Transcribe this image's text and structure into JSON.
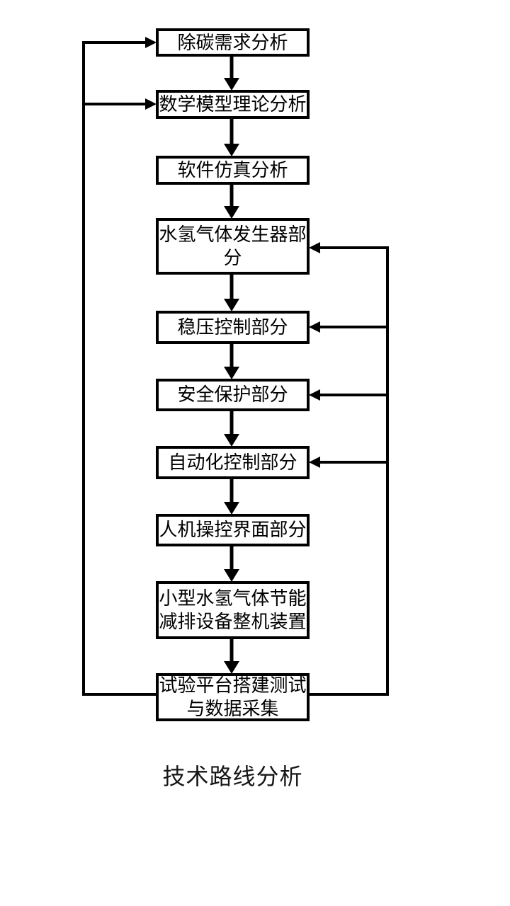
{
  "diagram": {
    "title": "技术路线分析",
    "nodes": [
      {
        "id": "n1",
        "label": "除碳需求分析"
      },
      {
        "id": "n2",
        "label": "数学模型理论分析"
      },
      {
        "id": "n3",
        "label": "软件仿真分析"
      },
      {
        "id": "n4",
        "label": "水氢气体发生器部分"
      },
      {
        "id": "n5",
        "label": "稳压控制部分"
      },
      {
        "id": "n6",
        "label": "安全保护部分"
      },
      {
        "id": "n7",
        "label": "自动化控制部分"
      },
      {
        "id": "n8",
        "label": "人机操控界面部分"
      },
      {
        "id": "n9",
        "label": "小型水氢气体节能减排设备整机装置"
      },
      {
        "id": "n10",
        "label": "试验平台搭建测试与数据采集"
      }
    ],
    "edges": [
      {
        "from": "n1",
        "to": "n2",
        "kind": "forward"
      },
      {
        "from": "n2",
        "to": "n3",
        "kind": "forward"
      },
      {
        "from": "n3",
        "to": "n4",
        "kind": "forward"
      },
      {
        "from": "n4",
        "to": "n5",
        "kind": "forward"
      },
      {
        "from": "n5",
        "to": "n6",
        "kind": "forward"
      },
      {
        "from": "n6",
        "to": "n7",
        "kind": "forward"
      },
      {
        "from": "n7",
        "to": "n8",
        "kind": "forward"
      },
      {
        "from": "n8",
        "to": "n9",
        "kind": "forward"
      },
      {
        "from": "n9",
        "to": "n10",
        "kind": "forward"
      },
      {
        "from": "n10",
        "to": "n1",
        "kind": "feedback-left"
      },
      {
        "from": "n10",
        "to": "n2",
        "kind": "feedback-left"
      },
      {
        "from": "n10",
        "to": "n4",
        "kind": "feedback-right"
      },
      {
        "from": "n10",
        "to": "n5",
        "kind": "feedback-right"
      },
      {
        "from": "n10",
        "to": "n6",
        "kind": "feedback-right"
      },
      {
        "from": "n10",
        "to": "n7",
        "kind": "feedback-right"
      }
    ],
    "colors": {
      "line": "#000000",
      "box_border": "#000000",
      "box_fill": "#ffffff",
      "text": "#000000",
      "background": "#ffffff"
    }
  }
}
